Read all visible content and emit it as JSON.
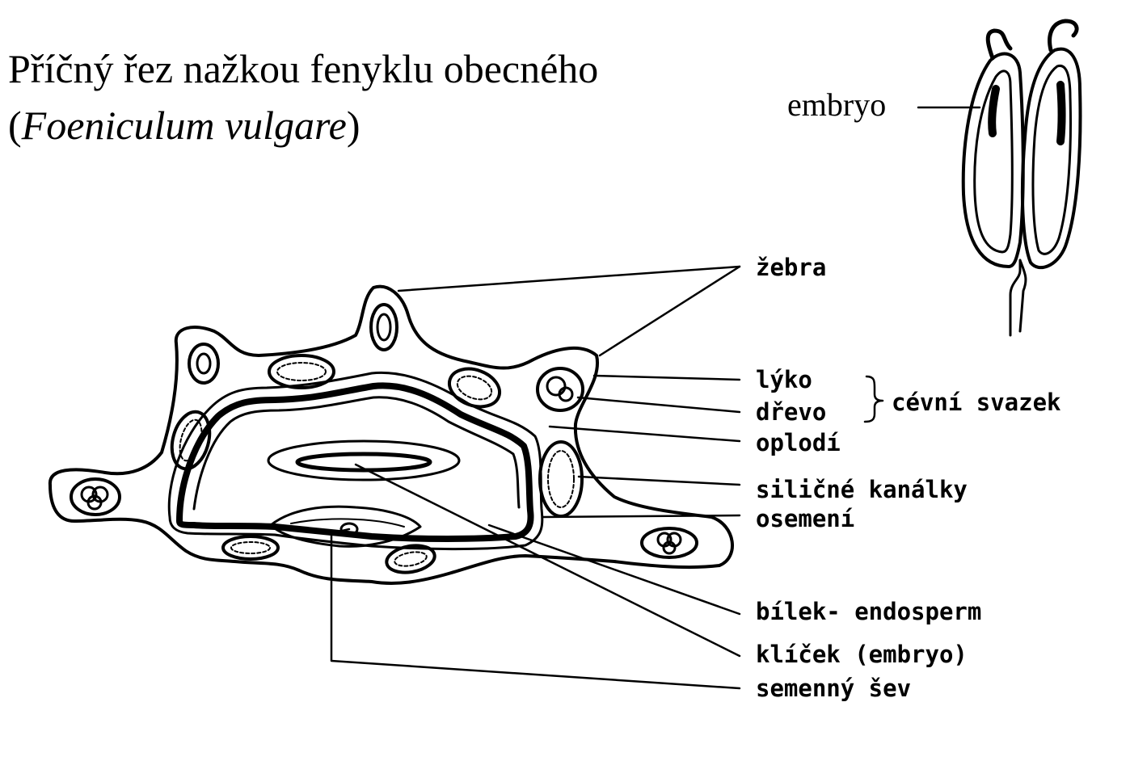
{
  "title": {
    "line1": "Příčný řez nažkou fenyklu obecného",
    "paren_open": "(",
    "latin_name": "Foeniculum vulgare",
    "paren_close": ")"
  },
  "fruit_diagram": {
    "label": "embryo"
  },
  "labels": {
    "zebra": "žebra",
    "lyko": "lýko",
    "drevo": "dřevo",
    "cevni_svazek": "cévní svazek",
    "oplodi": "oplodí",
    "silicne_kanalky": "siličné kanálky",
    "osemeni": "osemení",
    "bilek_endosperm": "bílek- endosperm",
    "klicek": "klíček (embryo)",
    "semenny_sev": "semenný šev"
  },
  "colors": {
    "ink": "#000000",
    "background": "#ffffff"
  }
}
